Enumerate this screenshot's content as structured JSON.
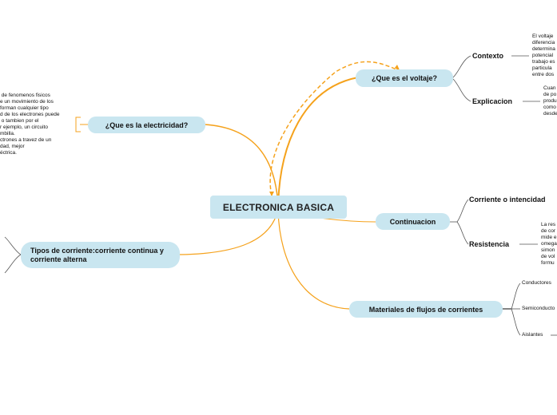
{
  "central": {
    "label": "ELECTRONICA BASICA"
  },
  "topics": {
    "voltaje": {
      "label": "¿Que es el voltaje?"
    },
    "electricidad": {
      "label": "¿Que es la electricidad?"
    },
    "continuacion": {
      "label": "Continuacion"
    },
    "tipos": {
      "label": "Tipos de corriente:corriente continua y corriente alterna"
    },
    "materiales": {
      "label": "Materiales de flujos de corrientes"
    }
  },
  "subtopics": {
    "contexto": "Contexto",
    "explicacion": "Explicacion",
    "corriente": "Corriente o intencidad",
    "resistencia": "Resistencia",
    "conductores": "Conductores",
    "semiconductores": "Semiconducto",
    "aislantes": "Aislantes"
  },
  "notes": {
    "contexto": "El voltaje\ndiferencia\ndetermina\npotencial\ntrabajo es\nparticula\nentre dos",
    "explicacion": "Cuan\nde po\nprodu\ncomo\ndesde",
    "resistencia": "La res\nde cor\nmide e\nomega\nsimon\nde vol\nformu",
    "electricidad": " de fenomenos fisicos\ne un movimiento de los\nforman cualquier tipo\nd de los electrones puede\n o tambien por el\nr ejemplo, un circuito\nmbilla.\nctrones a travez de un\ndad, mejor\néctrica."
  },
  "colors": {
    "branch": "#f5a21c",
    "node_fill": "#c9e6f0",
    "leaf_line": "#555555"
  }
}
